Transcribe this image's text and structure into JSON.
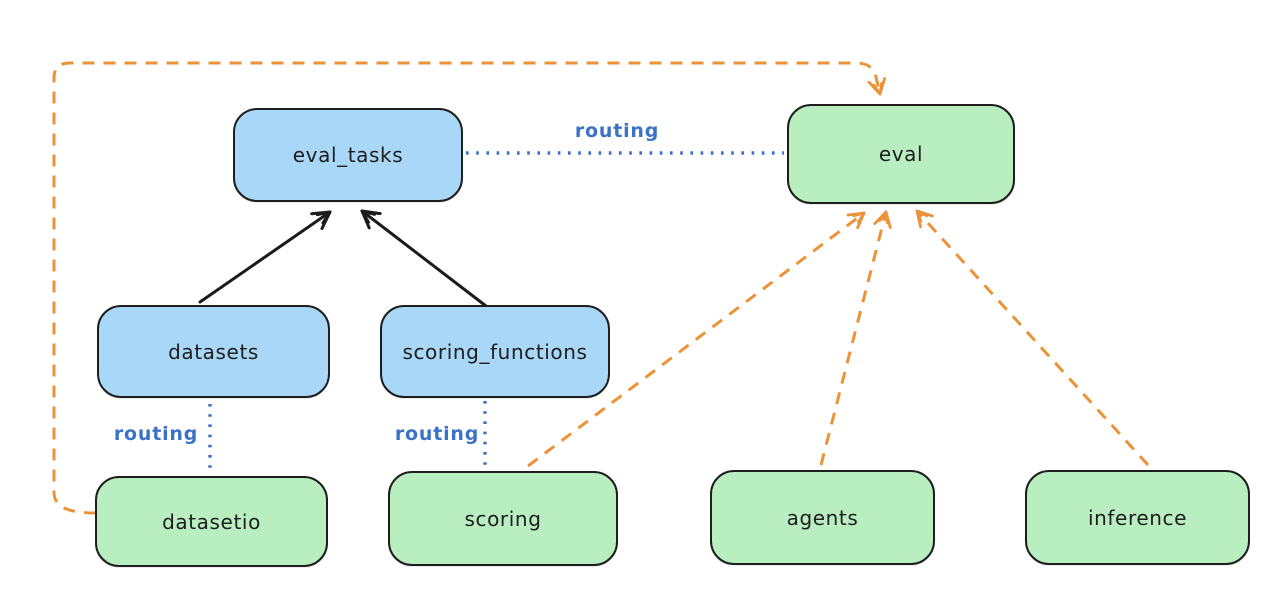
{
  "diagram": {
    "background": "#ffffff",
    "style": "hand-drawn (excalidraw-like) architecture diagram"
  },
  "colors": {
    "blue_node_fill": "#a8d7f7",
    "green_node_fill": "#b9eec0",
    "node_border": "#1e1e1e",
    "node_text": "#1e1e1e",
    "routing_blue": "#3b72c8",
    "dependency_orange": "#ec9339",
    "black_arrow": "#1b1b1b"
  },
  "nodes": {
    "eval_tasks": {
      "label": "eval_tasks",
      "color": "blue"
    },
    "eval": {
      "label": "eval",
      "color": "green"
    },
    "datasets": {
      "label": "datasets",
      "color": "blue"
    },
    "scoring_functions": {
      "label": "scoring_functions",
      "color": "blue"
    },
    "datasetio": {
      "label": "datasetio",
      "color": "green"
    },
    "scoring": {
      "label": "scoring",
      "color": "green"
    },
    "agents": {
      "label": "agents",
      "color": "green"
    },
    "inference": {
      "label": "inference",
      "color": "green"
    }
  },
  "edge_labels": {
    "eval_tasks_to_eval": "routing",
    "datasets_to_datasetio": "routing",
    "scoring_functions_to_scoring": "routing"
  },
  "edges": [
    {
      "from": "datasets",
      "to": "eval_tasks",
      "style": "solid",
      "color": "black"
    },
    {
      "from": "scoring_functions",
      "to": "eval_tasks",
      "style": "solid",
      "color": "black"
    },
    {
      "from": "eval_tasks",
      "to": "eval",
      "style": "dotted",
      "color": "blue",
      "label": "routing"
    },
    {
      "from": "datasets",
      "to": "datasetio",
      "style": "dotted",
      "color": "blue",
      "label": "routing"
    },
    {
      "from": "scoring_functions",
      "to": "scoring",
      "style": "dotted",
      "color": "blue",
      "label": "routing"
    },
    {
      "from": "datasetio",
      "to": "eval",
      "style": "dashed",
      "color": "orange"
    },
    {
      "from": "scoring",
      "to": "eval",
      "style": "dashed",
      "color": "orange"
    },
    {
      "from": "agents",
      "to": "eval",
      "style": "dashed",
      "color": "orange"
    },
    {
      "from": "inference",
      "to": "eval",
      "style": "dashed",
      "color": "orange"
    }
  ]
}
